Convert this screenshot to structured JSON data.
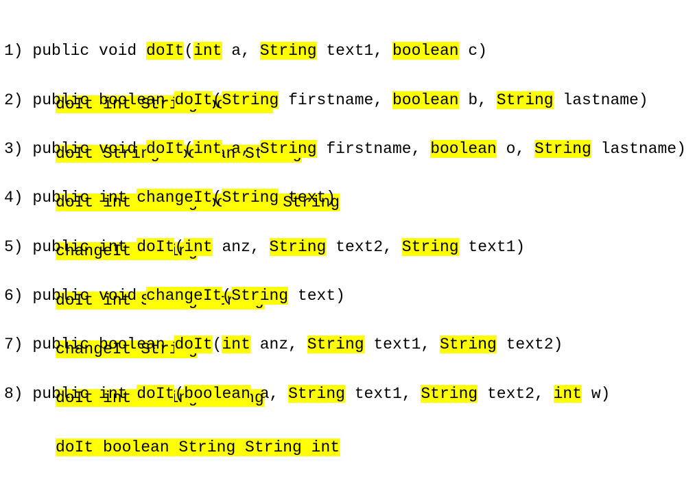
{
  "colors": {
    "highlight": "#ffff00",
    "text": "#000000",
    "background": "#ffffff"
  },
  "entries": [
    {
      "signature": [
        {
          "t": "1) public void "
        },
        {
          "t": "doIt",
          "hl": true
        },
        {
          "t": "("
        },
        {
          "t": "int",
          "hl": true
        },
        {
          "t": " a, "
        },
        {
          "t": "String",
          "hl": true
        },
        {
          "t": " text1, "
        },
        {
          "t": "boolean",
          "hl": true
        },
        {
          "t": " c)"
        }
      ],
      "summary": "doIt int String boolean"
    },
    {
      "signature": [
        {
          "t": "2) public boolean "
        },
        {
          "t": "doIt",
          "hl": true
        },
        {
          "t": "("
        },
        {
          "t": "String",
          "hl": true
        },
        {
          "t": " firstname, "
        },
        {
          "t": "boolean",
          "hl": true
        },
        {
          "t": " b, "
        },
        {
          "t": "String",
          "hl": true
        },
        {
          "t": " lastname)"
        }
      ],
      "summary": "doIt String boolean String"
    },
    {
      "signature": [
        {
          "t": "3) public void "
        },
        {
          "t": "doIt",
          "hl": true
        },
        {
          "t": "("
        },
        {
          "t": "int",
          "hl": true
        },
        {
          "t": " a, "
        },
        {
          "t": "String",
          "hl": true
        },
        {
          "t": " firstname, "
        },
        {
          "t": "boolean",
          "hl": true
        },
        {
          "t": " o, "
        },
        {
          "t": "String",
          "hl": true
        },
        {
          "t": " lastname)"
        }
      ],
      "summary": "doIt int String boolean String"
    },
    {
      "signature": [
        {
          "t": "4) public int "
        },
        {
          "t": "changeIt",
          "hl": true
        },
        {
          "t": "("
        },
        {
          "t": "String",
          "hl": true
        },
        {
          "t": " text)"
        }
      ],
      "summary": "changeIt String"
    },
    {
      "signature": [
        {
          "t": "5) public int "
        },
        {
          "t": "doIt",
          "hl": true
        },
        {
          "t": "("
        },
        {
          "t": "int",
          "hl": true
        },
        {
          "t": " anz, "
        },
        {
          "t": "String",
          "hl": true
        },
        {
          "t": " text2, "
        },
        {
          "t": "String",
          "hl": true
        },
        {
          "t": " text1)"
        }
      ],
      "summary": "doIt int String String"
    },
    {
      "signature": [
        {
          "t": "6) public void "
        },
        {
          "t": "changeIt",
          "hl": true
        },
        {
          "t": "("
        },
        {
          "t": "String",
          "hl": true
        },
        {
          "t": " text)"
        }
      ],
      "summary": "changeIt String"
    },
    {
      "signature": [
        {
          "t": "7) public boolean "
        },
        {
          "t": "doIt",
          "hl": true
        },
        {
          "t": "("
        },
        {
          "t": "int",
          "hl": true
        },
        {
          "t": " anz, "
        },
        {
          "t": "String",
          "hl": true
        },
        {
          "t": " text1, "
        },
        {
          "t": "String",
          "hl": true
        },
        {
          "t": " text2)"
        }
      ],
      "summary": "doIt int String String"
    },
    {
      "signature": [
        {
          "t": "8) public int "
        },
        {
          "t": "doIt",
          "hl": true
        },
        {
          "t": "("
        },
        {
          "t": "boolean",
          "hl": true
        },
        {
          "t": " a, "
        },
        {
          "t": "String",
          "hl": true
        },
        {
          "t": " text1, "
        },
        {
          "t": "String",
          "hl": true
        },
        {
          "t": " text2, "
        },
        {
          "t": "int",
          "hl": true
        },
        {
          "t": " w)"
        }
      ],
      "summary": "doIt boolean String String int"
    }
  ]
}
